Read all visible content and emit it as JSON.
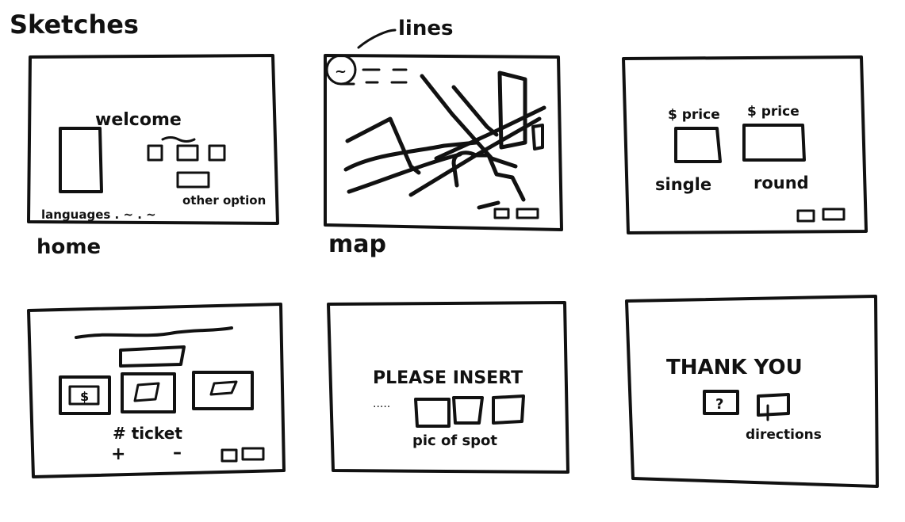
{
  "title": "Sketches",
  "title_colon": ":",
  "callout": "lines",
  "frames": {
    "home": {
      "caption": "home",
      "welcome": "welcome",
      "languages": "languages . ~ . ~",
      "other_option": "other option"
    },
    "map": {
      "caption": "map",
      "badge": "~"
    },
    "price": {
      "price_left": "$ price",
      "price_right": "$ price",
      "single": "single",
      "round": "round"
    },
    "ticket": {
      "dollar": "$",
      "ticket_label": "# ticket",
      "plus": "+",
      "minus": "–"
    },
    "insert": {
      "heading": "PLEASE  INSERT",
      "dots": ".....",
      "pic_label": "pic  of  spot"
    },
    "thanks": {
      "heading": "THANK  YOU",
      "question": "?",
      "directions_label": "directions"
    }
  }
}
